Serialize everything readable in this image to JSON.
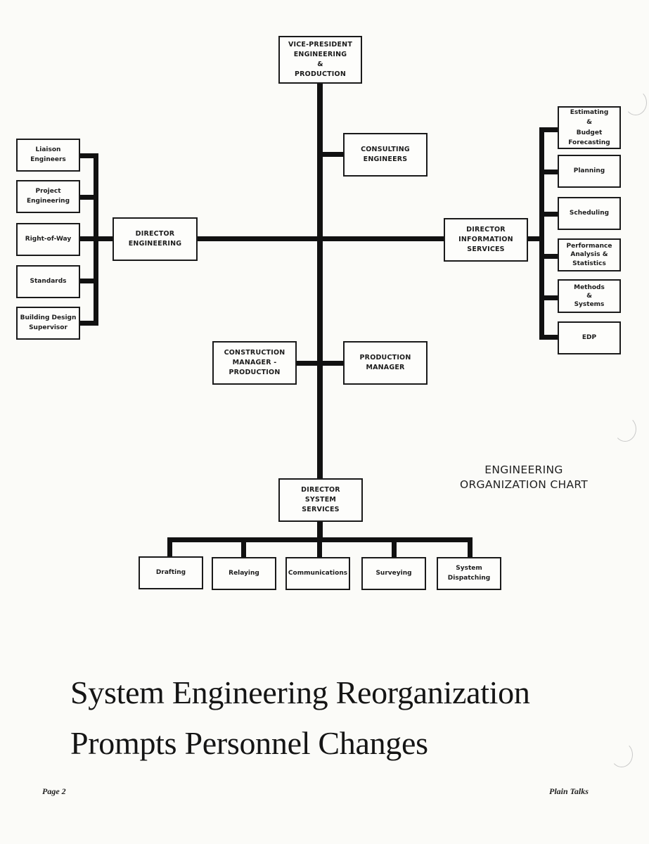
{
  "org_chart": {
    "top": "VICE-PRESIDENT\nENGINEERING\n&\nPRODUCTION",
    "consulting": "CONSULTING\nENGINEERS",
    "director_engineering": {
      "title": "DIRECTOR\nENGINEERING",
      "reports": [
        "Liaison\nEngineers",
        "Project\nEngineering",
        "Right-of-Way",
        "Standards",
        "Building Design\nSupervisor"
      ]
    },
    "director_information": {
      "title": "DIRECTOR\nINFORMATION\nSERVICES",
      "reports": [
        "Estimating\n&\nBudget\nForecasting",
        "Planning",
        "Scheduling",
        "Performance\nAnalysis &\nStatistics",
        "Methods\n&\nSystems",
        "EDP"
      ]
    },
    "construction_manager": "CONSTRUCTION\nMANAGER -\nPRODUCTION",
    "production_manager": "PRODUCTION\nMANAGER",
    "director_system": {
      "title": "DIRECTOR\nSYSTEM\nSERVICES",
      "reports": [
        "Drafting",
        "Relaying",
        "Communications",
        "Surveying",
        "System\nDispatching"
      ]
    }
  },
  "chart_title": "ENGINEERING\nORGANIZATION CHART",
  "headline": {
    "line1": "System Engineering Reorganization",
    "line2": "Prompts Personnel Changes"
  },
  "footer": {
    "left": "Page 2",
    "right": "Plain Talks"
  }
}
